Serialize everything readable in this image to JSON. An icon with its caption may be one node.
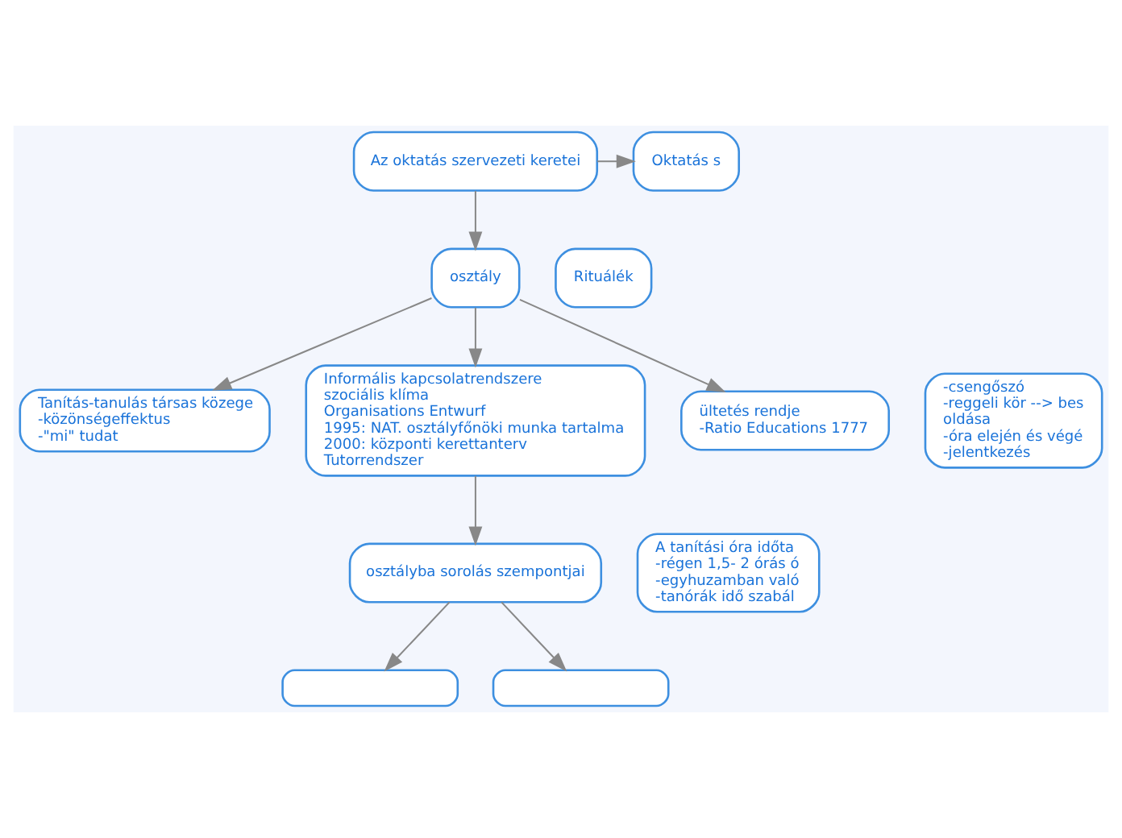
{
  "diagram": {
    "nodes": [
      {
        "text": [
          "Az oktatás szervezeti keretei"
        ]
      },
      {
        "text": [
          "osztály"
        ]
      },
      {
        "text": [
          "Tanítás-tanulás társas közege",
          "-közönségeffektus",
          "-\"mi\" tudat"
        ]
      },
      {
        "text": [
          "Informális kapcsolatrendszere",
          "szociális klíma",
          "Organisations Entwurf",
          "1995: NAT. osztályfőnöki munka tartalma",
          "2000: központi kerettanterv",
          "Tutorrendszer"
        ]
      },
      {
        "text": [
          "ültetés rendje",
          "-Ratio Educations 1777"
        ]
      },
      {
        "text": [
          "osztályba sorolás szempontjai"
        ]
      },
      {
        "text": [],
        "shape": "box"
      },
      {
        "text": [],
        "shape": "box"
      },
      {
        "text": [
          "Oktatás s"
        ]
      },
      {
        "text": [
          "Rituálék"
        ]
      },
      {
        "text": [
          "-csengőszó",
          "-reggeli kör --> bes",
          "oldása",
          "-óra elején és végé",
          "-jelentkezés"
        ]
      },
      {
        "text": [
          "A tanítási óra időta",
          "-régen 1,5- 2 órás ó",
          "-egyhuzamban való",
          "-tanórák idő szabál"
        ]
      }
    ],
    "edges": [
      {
        "from": 0,
        "to": 1,
        "arrow": "to"
      },
      {
        "from": 0,
        "to": 8,
        "arrow": "to"
      },
      {
        "from": 1,
        "to": 2,
        "arrow": "to"
      },
      {
        "from": 1,
        "to": 3,
        "arrow": "to"
      },
      {
        "from": 1,
        "to": 4,
        "arrow": "to"
      },
      {
        "from": 3,
        "to": 5,
        "arrow": "to"
      },
      {
        "from": 5,
        "to": 6,
        "arrow": "to"
      },
      {
        "from": 5,
        "to": 7,
        "arrow": "to"
      }
    ]
  }
}
